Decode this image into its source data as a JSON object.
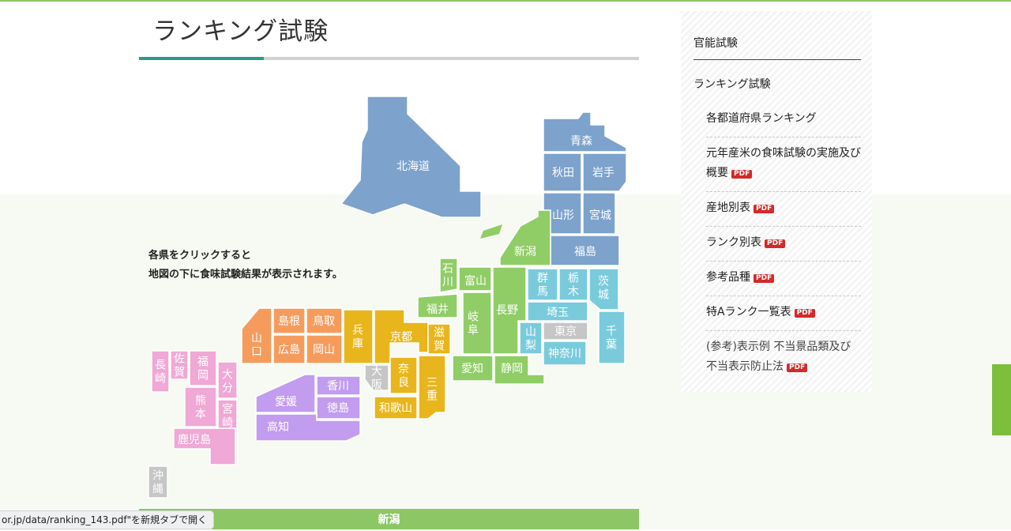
{
  "page": {
    "title": "ランキング試験",
    "map_instructions": [
      "各県をクリックすると",
      "地図の下に食味試験結果が表示されます。"
    ],
    "selected_result": "新潟",
    "status_bar": "or.jp/data/ranking_143.pdf\"を新規タブで開く"
  },
  "colors": {
    "accent_green": "#2a9a88",
    "bar_green": "#8cc665",
    "hokkaido_tohoku": "#7da2cc",
    "kanto": "#79cbdc",
    "chubu": "#90cd66",
    "kinki": "#e8b61c",
    "chugoku": "#f59c5d",
    "shikoku": "#c29cef",
    "kyushu": "#f0a8d6",
    "neutral": "#c6c6c6",
    "pdf_badge": "#d22a2a"
  },
  "map": {
    "prefectures": [
      {
        "id": "hokkaido",
        "label": "北海道",
        "region": "hokkaido_tohoku"
      },
      {
        "id": "aomori",
        "label": "青森",
        "region": "hokkaido_tohoku"
      },
      {
        "id": "akita",
        "label": "秋田",
        "region": "hokkaido_tohoku"
      },
      {
        "id": "iwate",
        "label": "岩手",
        "region": "hokkaido_tohoku"
      },
      {
        "id": "yamagata",
        "label": "山形",
        "region": "hokkaido_tohoku"
      },
      {
        "id": "miyagi",
        "label": "宮城",
        "region": "hokkaido_tohoku"
      },
      {
        "id": "fukushima",
        "label": "福島",
        "region": "hokkaido_tohoku"
      },
      {
        "id": "niigata",
        "label": "新潟",
        "region": "chubu"
      },
      {
        "id": "ishikawa",
        "label": "石川",
        "region": "chubu"
      },
      {
        "id": "toyama",
        "label": "富山",
        "region": "chubu"
      },
      {
        "id": "fukui",
        "label": "福井",
        "region": "chubu"
      },
      {
        "id": "gifu",
        "label": "岐阜",
        "region": "chubu"
      },
      {
        "id": "nagano",
        "label": "長野",
        "region": "chubu"
      },
      {
        "id": "aichi",
        "label": "愛知",
        "region": "chubu"
      },
      {
        "id": "shizuoka",
        "label": "静岡",
        "region": "chubu"
      },
      {
        "id": "gunma",
        "label": "群馬",
        "region": "kanto"
      },
      {
        "id": "tochigi",
        "label": "栃木",
        "region": "kanto"
      },
      {
        "id": "ibaraki",
        "label": "茨城",
        "region": "kanto"
      },
      {
        "id": "saitama",
        "label": "埼玉",
        "region": "kanto"
      },
      {
        "id": "yamanashi",
        "label": "山梨",
        "region": "kanto"
      },
      {
        "id": "tokyo",
        "label": "東京",
        "region": "neutral"
      },
      {
        "id": "kanagawa",
        "label": "神奈川",
        "region": "kanto"
      },
      {
        "id": "chiba",
        "label": "千葉",
        "region": "kanto"
      },
      {
        "id": "hyogo",
        "label": "兵庫",
        "region": "kinki"
      },
      {
        "id": "kyoto",
        "label": "京都",
        "region": "kinki"
      },
      {
        "id": "shiga",
        "label": "滋賀",
        "region": "kinki"
      },
      {
        "id": "osaka",
        "label": "大阪",
        "region": "neutral"
      },
      {
        "id": "nara",
        "label": "奈良",
        "region": "kinki"
      },
      {
        "id": "mie",
        "label": "三重",
        "region": "kinki"
      },
      {
        "id": "wakayama",
        "label": "和歌山",
        "region": "kinki"
      },
      {
        "id": "yamaguchi",
        "label": "山口",
        "region": "chugoku"
      },
      {
        "id": "shimane",
        "label": "島根",
        "region": "chugoku"
      },
      {
        "id": "tottori",
        "label": "鳥取",
        "region": "chugoku"
      },
      {
        "id": "hiroshima",
        "label": "広島",
        "region": "chugoku"
      },
      {
        "id": "okayama",
        "label": "岡山",
        "region": "chugoku"
      },
      {
        "id": "ehime",
        "label": "愛媛",
        "region": "shikoku"
      },
      {
        "id": "kagawa",
        "label": "香川",
        "region": "shikoku"
      },
      {
        "id": "tokushima",
        "label": "徳島",
        "region": "shikoku"
      },
      {
        "id": "kochi",
        "label": "高知",
        "region": "shikoku"
      },
      {
        "id": "nagasaki",
        "label": "長崎",
        "region": "kyushu"
      },
      {
        "id": "saga",
        "label": "佐賀",
        "region": "kyushu"
      },
      {
        "id": "fukuoka",
        "label": "福岡",
        "region": "kyushu"
      },
      {
        "id": "oita",
        "label": "大分",
        "region": "kyushu"
      },
      {
        "id": "kumamoto",
        "label": "熊本",
        "region": "kyushu"
      },
      {
        "id": "miyazaki",
        "label": "宮崎",
        "region": "kyushu"
      },
      {
        "id": "kagoshima",
        "label": "鹿児島",
        "region": "kyushu"
      },
      {
        "id": "okinawa",
        "label": "沖縄",
        "region": "neutral"
      }
    ]
  },
  "sidebar": {
    "section1": "官能試験",
    "section2": "ランキング試験",
    "pdf_badge": "PDF",
    "items": [
      {
        "label": "各都道府県ランキング",
        "pdf": false
      },
      {
        "label": "元年産米の食味試験の実施及び概要",
        "pdf": true
      },
      {
        "label": "産地別表",
        "pdf": true
      },
      {
        "label": "ランク別表",
        "pdf": true
      },
      {
        "label": "参考品種",
        "pdf": true
      },
      {
        "label": "特Aランク一覧表",
        "pdf": true
      },
      {
        "label": "(参考)表示例 不当景品類及び不当表示防止法",
        "pdf": true
      }
    ]
  }
}
